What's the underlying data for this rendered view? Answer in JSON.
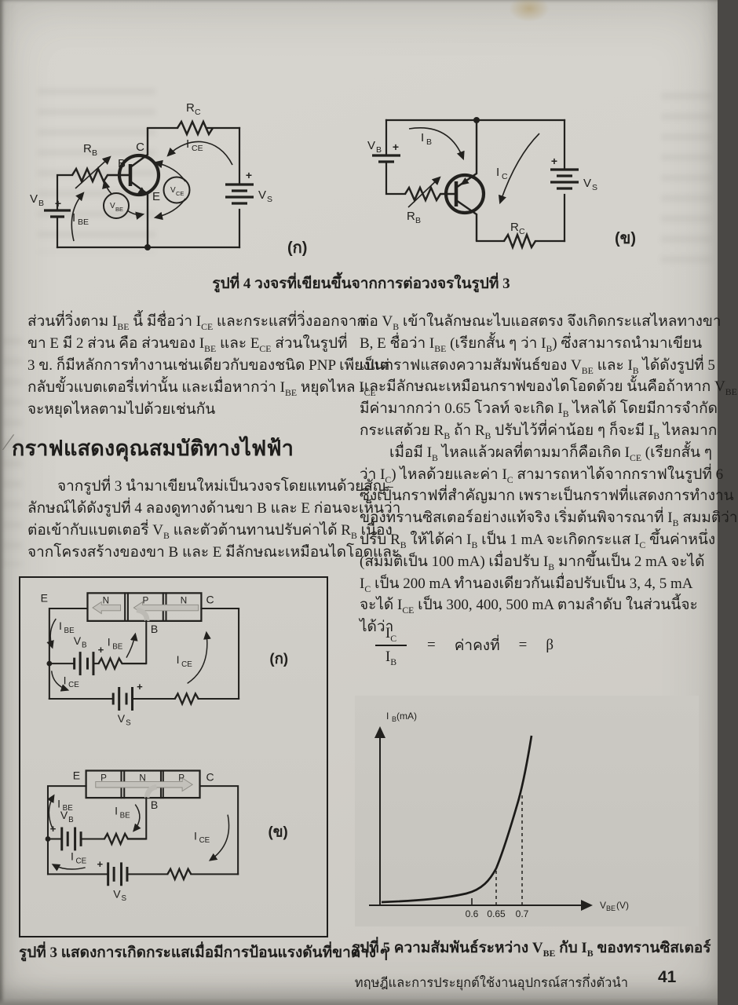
{
  "page": {
    "footer_text": "ทฤษฎีและการประยุกต์ใช้งานอุปกรณ์สารกึ่งตัวนำ",
    "page_number": "41"
  },
  "colors": {
    "paper": "#d3d1cb",
    "panel": "#c9c7c1",
    "ink": "#1e1d1b"
  },
  "fig4": {
    "caption": "รูปที่ 4 วงจรที่เขียนขึ้นจากการต่อวงจรในรูปที่ 3",
    "a": {
      "tag": "(ก)",
      "vb_t": "V",
      "vb_s": "B",
      "plus_vb": "+",
      "rb_t": "R",
      "rb_s": "B",
      "rc_t": "R",
      "rc_s": "C",
      "vs_t": "V",
      "vs_s": "S",
      "plus_vs": "+",
      "ibe_t": "I",
      "ibe_s": "BE",
      "ice_t": "I",
      "ice_s": "CE",
      "vbe_t": "V",
      "vbe_s": "BE",
      "vce_t": "V",
      "vce_s": "CE",
      "b": "B",
      "c": "C",
      "e": "E"
    },
    "b": {
      "tag": "(ข)",
      "vb_t": "V",
      "vb_s": "B",
      "plus_vb": "+",
      "ib_t": "I",
      "ib_s": "B",
      "rb_t": "R",
      "rb_s": "B",
      "ic_t": "I",
      "ic_s": "C",
      "rc_t": "R",
      "rc_s": "C",
      "vs_t": "V",
      "vs_s": "S",
      "plus_vs": "+"
    }
  },
  "body": {
    "heading_mark": "∕",
    "heading": "กราฟแสดงคุณสมบัติทางไฟฟ้า",
    "left_p1": [
      "ส่วนที่วิ่งตาม I~BE~ นี้ มีชื่อว่า I~CE~ และกระแสที่วิ่งออกจาก",
      "ขา E มี 2 ส่วน คือ ส่วนของ I~BE~ และ E~CE~ ส่วนในรูปที่",
      "3 ข. ก็มีหลักการทำงานเช่นเดียวกับของชนิด PNP เพียงแต่",
      "กลับขั้วแบตเตอรี่เท่านั้น และเมื่อหากว่า I~BE~ หยุดไหล I~CE~",
      "จะหยุดไหลตามไปด้วยเช่นกัน"
    ],
    "left_p2": [
      "  จากรูปที่ 3 นำมาเขียนใหม่เป็นวงจรโดยแทนด้วยสัญ–",
      "ลักษณ์ได้ดังรูปที่ 4 ลองดูทางด้านขา B และ E ก่อนจะเห็นว่า",
      "ต่อเข้ากับแบตเตอรี่ V~B~ และตัวต้านทานปรับค่าได้ R~B~ เนื่อง",
      "จากโครงสร้างของขา B และ E มีลักษณะเหมือนไดโอดและ"
    ],
    "right_col": [
      "ต่อ V~B~ เข้าในลักษณะไบแอสตรง จึงเกิดกระแสไหลทางขา",
      "B, E ชื่อว่า I~BE~ (เรียกสั้น ๆ ว่า I~B~) ซึ่งสามารถนำมาเขียน",
      "เป็นกราฟแสดงความสัมพันธ์ของ V~BE~ และ I~B~ ได้ดังรูปที่ 5",
      "และมีลักษณะเหมือนกราฟของไดโอดด้วย นั้นคือถ้าหาก V~BE~",
      "มีค่ามากกว่า 0.65 โวลท์ จะเกิด I~B~ ไหลได้ โดยมีการจำกัด",
      "กระแสด้วย R~B~ ถ้า R~B~ ปรับไว้ที่ค่าน้อย ๆ ก็จะมี I~B~ ไหลมาก",
      "  เมื่อมี I~B~ ไหลแล้วผลที่ตามมาก็คือเกิด I~CE~ (เรียกสั้น ๆ",
      "ว่า I~C~) ไหลด้วยและค่า I~C~ สามารถหาได้จากกราฟในรูปที่ 6",
      "ซึ่งเป็นกราฟที่สำคัญมาก เพราะเป็นกราฟที่แสดงการทำงาน",
      "ของทรานซิสเตอร์อย่างแท้จริง เริ่มต้นพิจารณาที่ I~B~ สมมติว่า",
      "ปรับ R~B~ ให้ได้ค่า I~B~ เป็น 1 mA จะเกิดกระแส I~C~ ขึ้นค่าหนึ่ง",
      "(สมมติเป็น 100 mA) เมื่อปรับ I~B~ มากขึ้นเป็น 2 mA จะได้",
      "I~C~ เป็น 200 mA ทำนองเดียวกันเมื่อปรับเป็น 3, 4, 5 mA",
      "จะได้ I~CE~ เป็น 300, 400, 500 mA ตามลำดับ ในส่วนนี้จะ",
      "ได้ว่า"
    ]
  },
  "equation": {
    "num_t": "I",
    "num_s": "C",
    "den_t": "I",
    "den_s": "B",
    "eq1": "=",
    "constant": "ค่าคงที่",
    "eq2": "=",
    "beta": "β"
  },
  "fig3": {
    "caption": "รูปที่ 3 แสดงการเกิดกระแสเมื่อมีการป้อนแรงดันที่ขาต่าง ๆ",
    "a": {
      "tag": "(ก)",
      "e": "E",
      "c": "C",
      "b": "B",
      "seg1": "N",
      "seg2": "P",
      "seg3": "N",
      "vb_t": "V",
      "vb_s": "B",
      "plus_vb": "+",
      "vs_t": "V",
      "vs_s": "S",
      "plus_vs": "+",
      "ibe1_t": "I",
      "ibe1_s": "BE",
      "ibe2_t": "I",
      "ibe2_s": "BE",
      "ice1_t": "I",
      "ice1_s": "CE",
      "ice2_t": "I",
      "ice2_s": "CE"
    },
    "b": {
      "tag": "(ข)",
      "e": "E",
      "c": "C",
      "b": "B",
      "seg1": "P",
      "seg2": "N",
      "seg3": "P",
      "vb_t": "V",
      "vb_s": "B",
      "plus_vb": "+",
      "vs_t": "V",
      "vs_s": "S",
      "plus_vs": "+",
      "ibe1_t": "I",
      "ibe1_s": "BE",
      "ibe2_t": "I",
      "ibe2_s": "BE",
      "ice1_t": "I",
      "ice1_s": "CE",
      "ice2_t": "I",
      "ice2_s": "CE"
    }
  },
  "fig5": {
    "caption": "รูปที่ 5 ความสัมพันธ์ระหว่าง V~BE~ กับ I~B~ ของทรานซิสเตอร์",
    "ylabel_t": "I",
    "ylabel_s": "B",
    "ylabel_u": "(mA)",
    "xlabel_t": "V",
    "xlabel_s": "BE",
    "xlabel_u": "(V)",
    "tick1": "0.6",
    "tick2": "0.65",
    "tick3": "0.7"
  },
  "chart_data": {
    "type": "line",
    "title": "ความสัมพันธ์ระหว่าง VBE กับ IB ของทรานซิสเตอร์ (รูปที่ 5)",
    "xlabel": "VBE(V)",
    "ylabel": "IB(mA)",
    "x_ticks": [
      0.6,
      0.65,
      0.7
    ],
    "x": [
      0.0,
      0.3,
      0.5,
      0.55,
      0.6,
      0.63,
      0.65,
      0.67,
      0.7,
      0.72
    ],
    "y": [
      0.0,
      0.005,
      0.02,
      0.04,
      0.08,
      0.14,
      0.22,
      0.38,
      0.65,
      1.0
    ],
    "y_unit": "relative (y-axis unlabeled)",
    "curve": "exponential diode-like transfer characteristic",
    "annotations": [
      "dashed guide line at VBE = 0.65 V",
      "dashed guide line at VBE = 0.7 V",
      "turn-on threshold near 0.65 V"
    ],
    "grid": false,
    "legend": "none"
  }
}
